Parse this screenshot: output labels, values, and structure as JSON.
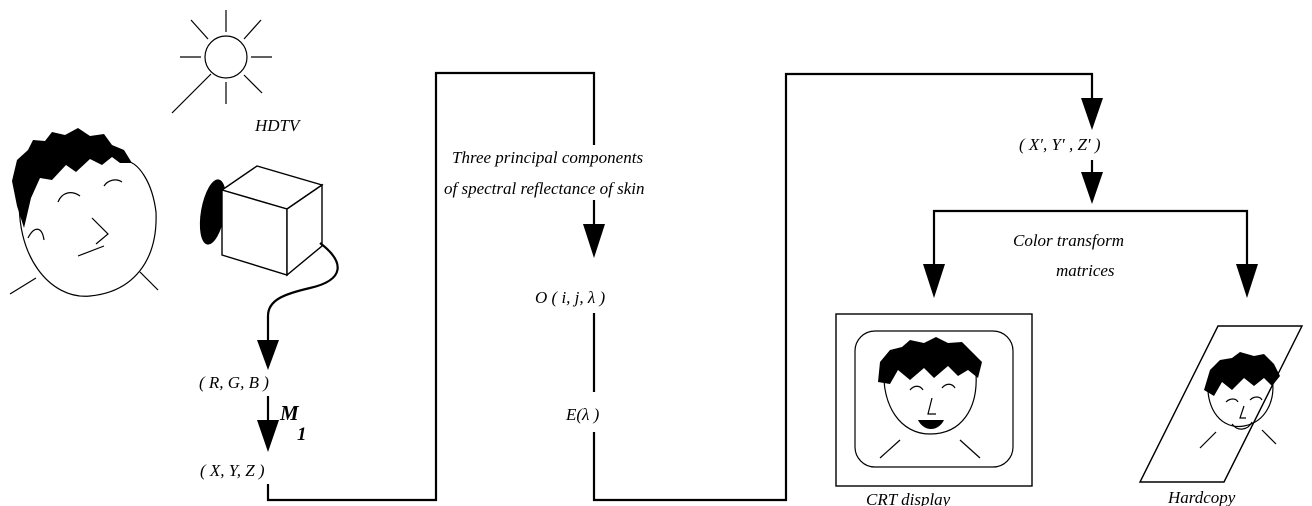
{
  "labels": {
    "camera": "HDTV",
    "rgb": "( R, G, B )",
    "matrix_m": "M",
    "matrix_sub": "1",
    "xyz": "( X,    Y,    Z )",
    "components_line1": "Three principal components",
    "components_line2": "of spectral reflectance of skin",
    "o_func": "O ( i, j, λ )",
    "e_func": "E(λ )",
    "xyz_prime": "( X′,    Y′  ,  Z′   )",
    "transform_line1": "Color transform",
    "transform_line2": "matrices",
    "crt": "CRT display",
    "hardcopy": "Hardcopy"
  }
}
